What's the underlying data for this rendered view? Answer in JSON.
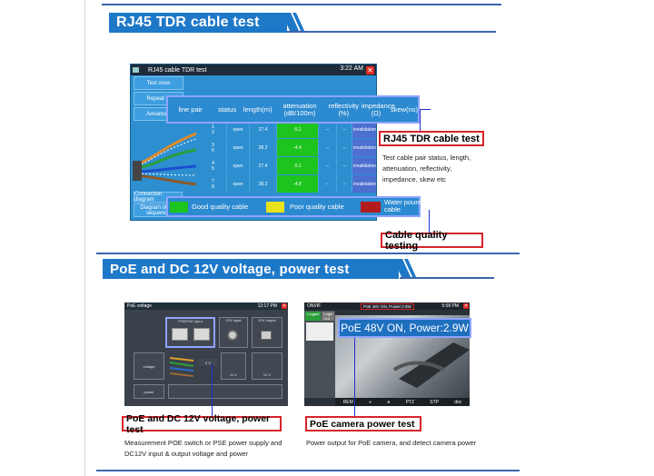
{
  "section1": {
    "title": "RJ45 TDR cable test",
    "device": {
      "window_title": "RJ45 cable TDR test",
      "time": "3:22 AM",
      "buttons": [
        "Test once",
        "Repeat te",
        "Advanced"
      ],
      "bottom_buttons": [
        "Connection diagram",
        "Diagram of the\nsequence"
      ],
      "rows": [
        {
          "pair": "1\n2",
          "status": "open",
          "length": "27.4",
          "att": "-5.1",
          "refl": "--",
          "imp": "--",
          "skew": "invalidation"
        },
        {
          "pair": "3\n6",
          "status": "open",
          "length": "28.2",
          "att": "-4.4",
          "refl": "--",
          "imp": "--",
          "skew": "invalidation"
        },
        {
          "pair": "4\n5",
          "status": "open",
          "length": "27.4",
          "att": "-5.1",
          "refl": "--",
          "imp": "--",
          "skew": "invalidation"
        },
        {
          "pair": "7\n8",
          "status": "open",
          "length": "28.2",
          "att": "-4.8",
          "refl": "--",
          "imp": "--",
          "skew": "invalidation"
        }
      ]
    },
    "header": {
      "line_pair": "line pair",
      "status": "status",
      "length": "length(m)",
      "attenuation": "attenuation\n(dB/100m)",
      "reflectivity": "reflectivity\n(%)",
      "impedance": "impedance\n(Ω)",
      "skew": "skew(ns)"
    },
    "legend": {
      "good": "Good quality cable",
      "poor": "Poor quality cable",
      "water": "Water poured\ncable"
    },
    "callout_tdr": "RJ45 TDR cable test",
    "callout_tdr_desc": "Test cable pair status, length,\nattenuation, reflectivity,\nimpedance, skew etc",
    "callout_quality": "Cable quality testing"
  },
  "section2": {
    "title": "PoE and DC 12V voltage, power test",
    "poe_screen": {
      "window_title": "PoE voltage",
      "time": "12:17 PM",
      "col1": "PSE/PoE input",
      "col2": "12V input",
      "col3": "12V output",
      "row_voltage": "voltage",
      "row_power": "power",
      "v1": "0 V",
      "v2": "11 V",
      "v3": "12 V"
    },
    "cam_screen": {
      "window_title": "ONVIF",
      "time": "5:58 PM",
      "status_bar": "PoE 48V ON, Power:2.9W",
      "banner": "PoE 48V ON, Power:2.9W",
      "tabs": [
        "Logged",
        "Login Out"
      ],
      "toolbar": [
        "REM",
        "PTZ",
        "STP",
        "doc"
      ]
    },
    "callout_poe": "PoE and DC 12V voltage, power test",
    "callout_poe_desc": "Measurement POE switch or PSE power supply and\nDC12V input & output voltage and power",
    "callout_cam": "PoE camera power test",
    "callout_cam_desc": "Power output for PoE camera, and detect camera power"
  },
  "colors": {
    "banner": "#1e78c8",
    "good": "#1ec41e",
    "poor": "#e8e21c",
    "water": "#b31c1c",
    "callout_border": "#d6252a"
  }
}
